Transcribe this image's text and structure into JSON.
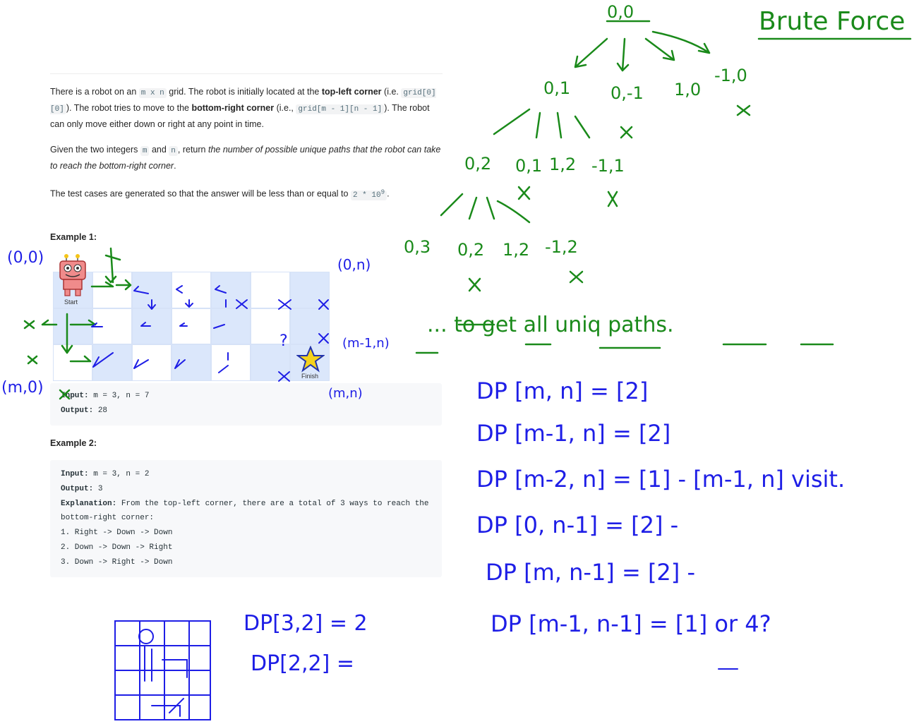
{
  "problem": {
    "p1_a": "There is a robot on an ",
    "p1_code1": "m x n",
    "p1_b": " grid. The robot is initially located at the ",
    "p1_bold1": "top-left corner",
    "p1_c": " (i.e. ",
    "p1_code2": "grid[0][0]",
    "p1_d": "). The robot tries to move to the ",
    "p1_bold2": "bottom-right corner",
    "p1_e": " (i.e., ",
    "p1_code3": "grid[m - 1][n - 1]",
    "p1_f": "). The robot can only move either down or right at any point in time.",
    "p2_a": "Given the two integers ",
    "p2_code1": "m",
    "p2_b": " and ",
    "p2_code2": "n",
    "p2_c": ", return ",
    "p2_italic": "the number of possible unique paths that the robot can take to reach the bottom-right corner",
    "p2_d": ".",
    "p3_a": "The test cases are generated so that the answer will be less than or equal to ",
    "p3_code": "2 * 10",
    "p3_sup": "9",
    "p3_b": "."
  },
  "example1": {
    "title": "Example 1:",
    "start_label": "Start",
    "finish_label": "Finish",
    "input_label": "Input:",
    "input_value": " m = 3, n = 7",
    "output_label": "Output:",
    "output_value": " 28"
  },
  "example2": {
    "title": "Example 2:",
    "input_label": "Input:",
    "input_value": " m = 3, n = 2",
    "output_label": "Output:",
    "output_value": " 3",
    "explanation_label": "Explanation:",
    "explanation_value": " From the top-left corner, there are a total of 3 ways to reach the bottom-right corner:",
    "steps": [
      "1. Right -> Down -> Down",
      "2. Down -> Down -> Right",
      "3. Down -> Right -> Down"
    ]
  },
  "annotations": {
    "title": "Brute Force",
    "root": "0,0",
    "level1": [
      "0,1",
      "0,-1",
      "1,0",
      "-1,0"
    ],
    "level2": [
      "0,2",
      "0,1",
      "1,2",
      "-1,1"
    ],
    "level3": [
      "0,3",
      "0,2",
      "1,2",
      "-1,2"
    ],
    "note": "... to get all uniq paths.",
    "corner_00": "(0,0)",
    "corner_0n": "(0,n)",
    "corner_m1n": "(m-1,n)",
    "corner_m0": "(m,0)",
    "corner_mn": "(m,n)",
    "question_mark": "?",
    "dp_lines": [
      "DP [m, n] = [2]",
      "DP [m-1, n] = [2]",
      "DP [m-2, n] = [1] - [m-1, n] visit.",
      "DP [0, n-1] = [2] -",
      "DP [m, n-1] = [2] -",
      "DP [m-1, n-1] = [1] or 4?"
    ],
    "dp_small": [
      "DP[3,2] = 2",
      "DP[2,2] ="
    ],
    "ink_green": "#1a8a1a",
    "ink_blue": "#1e1ee6"
  }
}
